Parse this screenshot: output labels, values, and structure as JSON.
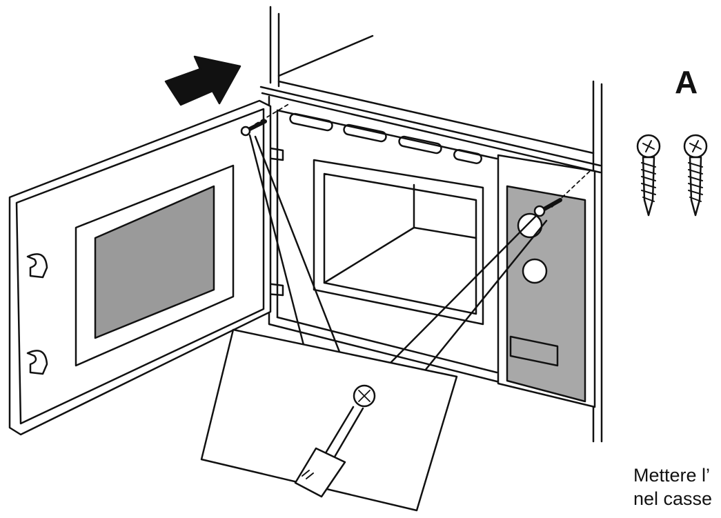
{
  "screw_label": "A",
  "caption": {
    "line1": "Mettere l’",
    "line2": "nel casse"
  },
  "colors": {
    "line": "#111111",
    "panel_gray": "#a8a8a8",
    "window_gray": "#9a9a9a"
  },
  "icons": [
    "direction-arrow-icon",
    "screw-icon",
    "screwdriver-icon"
  ]
}
